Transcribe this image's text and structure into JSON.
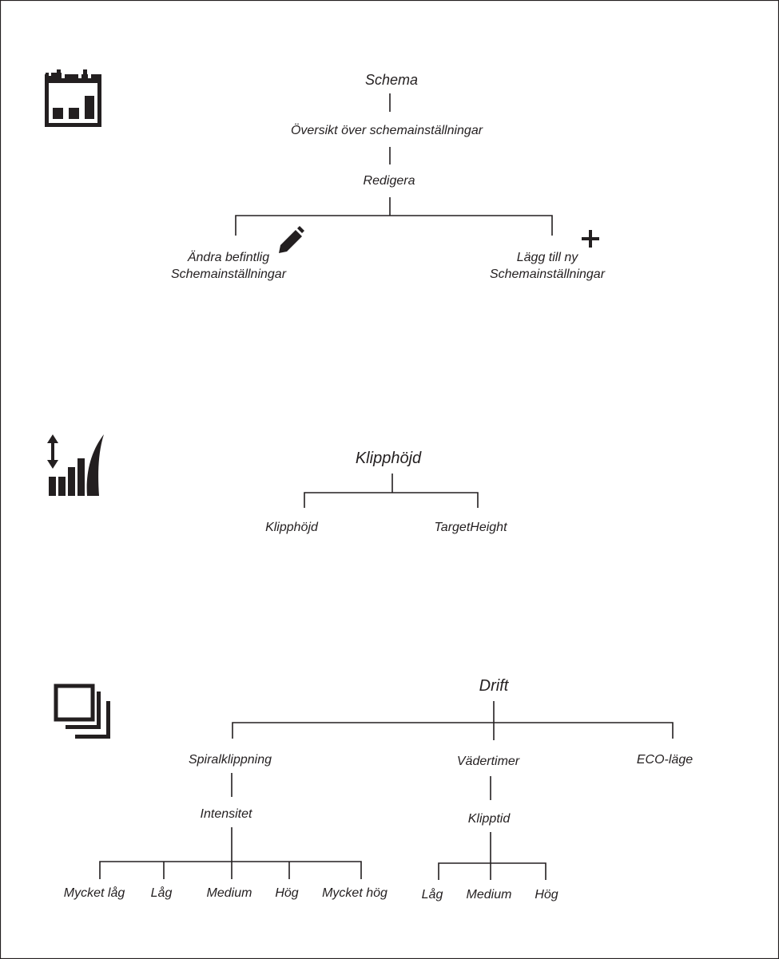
{
  "icons": {
    "schedule": "calendar-schedule-icon",
    "cutting_height": "cutting-height-icon",
    "operation": "operation-layers-icon",
    "edit": "pencil-icon",
    "add": "plus-icon"
  },
  "schedule": {
    "title": "Schema",
    "overview": "Översikt över schemainställningar",
    "edit": "Redigera",
    "change_line1": "Ändra befintlig",
    "change_line2": "Schemainställningar",
    "add_line1": "Lägg till ny",
    "add_line2": "Schemainställningar"
  },
  "cutting_height": {
    "title": "Klipphöjd",
    "left": "Klipphöjd",
    "right": "TargetHeight"
  },
  "operation": {
    "title": "Drift",
    "spiral": "Spiralklippning",
    "weather": "Vädertimer",
    "eco": "ECO-läge",
    "intensity": "Intensitet",
    "cut_time": "Klipptid",
    "intensity_levels": [
      "Mycket låg",
      "Låg",
      "Medium",
      "Hög",
      "Mycket hög"
    ],
    "cut_time_levels": [
      "Låg",
      "Medium",
      "Hög"
    ]
  }
}
